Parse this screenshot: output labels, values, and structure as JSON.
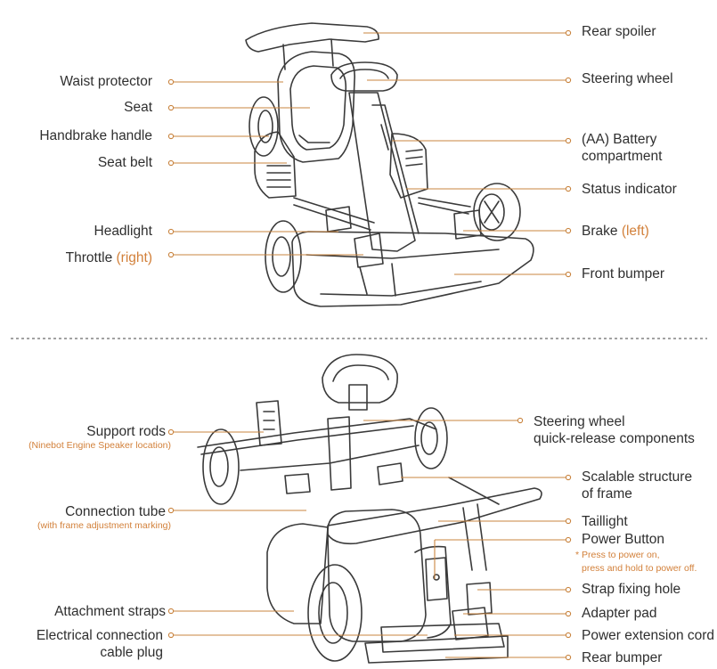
{
  "accent_color": "#d2803a",
  "line_color": "#c9843f",
  "top_view": {
    "left_labels": {
      "waist_protector": "Waist protector",
      "seat": "Seat",
      "handbrake_handle": "Handbrake handle",
      "seat_belt": "Seat belt",
      "headlight": "Headlight",
      "throttle": "Throttle",
      "throttle_side": "(right)"
    },
    "right_labels": {
      "rear_spoiler": "Rear spoiler",
      "steering_wheel": "Steering wheel",
      "battery_line1": "(AA) Battery",
      "battery_line2": "compartment",
      "status_indicator": "Status indicator",
      "brake": "Brake",
      "brake_side": "(left)",
      "front_bumper": "Front bumper"
    }
  },
  "bottom_view": {
    "left_labels": {
      "support_rods": "Support rods",
      "support_rods_note": "(Ninebot Engine Speaker location)",
      "connection_tube": "Connection tube",
      "connection_tube_note": "(with frame adjustment marking)",
      "attachment_straps": "Attachment straps",
      "electrical_line1": "Electrical connection",
      "electrical_line2": "cable plug"
    },
    "right_labels": {
      "steering_qr_line1": "Steering wheel",
      "steering_qr_line2": "quick-release components",
      "scalable_line1": "Scalable structure",
      "scalable_line2": "of frame",
      "taillight": "Taillight",
      "power_button": "Power Button",
      "power_note_line1": "* Press to power on,",
      "power_note_line2": "press and hold to power off.",
      "strap_fixing_hole": "Strap fixing hole",
      "adapter_pad": "Adapter pad",
      "power_extension_cord": "Power extension cord",
      "rear_bumper": "Rear bumper"
    }
  }
}
